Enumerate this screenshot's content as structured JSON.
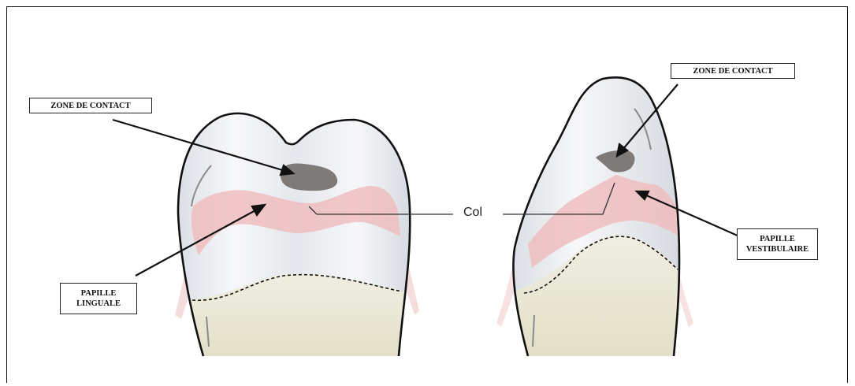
{
  "labels": {
    "contact_left": "ZONE DE CONTACT",
    "contact_right": "ZONE DE CONTACT",
    "papille_linguale_1": "PAPILLE",
    "papille_linguale_2": "LINGUALE",
    "papille_vestibulaire_1": "PAPILLE",
    "papille_vestibulaire_2": "VESTIBULAIRE",
    "col": "Col"
  },
  "colors": {
    "enamel": "#eef1f5",
    "root": "#e8e5d0",
    "papilla": "#eeb8bc",
    "contact": "#7d7a77",
    "outline": "#111111"
  }
}
